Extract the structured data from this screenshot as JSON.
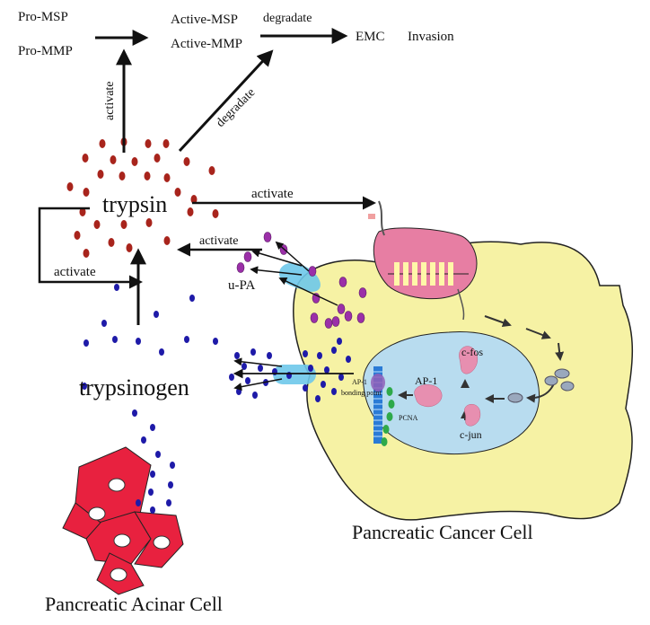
{
  "labels": {
    "pro_msp": "Pro-MSP",
    "pro_mmp": "Pro-MMP",
    "active_msp": "Active-MSP",
    "active_mmp": "Active-MMP",
    "degradate_top": "degradate",
    "degradate_diag": "degradate",
    "emc": "EMC",
    "invasion": "Invasion",
    "activate_vertical": "activate",
    "activate_right": "activate",
    "activate_upa": "activate",
    "activate_loop": "activate",
    "trypsin": "trypsin",
    "upa": "u-PA",
    "trypsinogen": "trypsinogen",
    "c_fos": "c-fos",
    "ap1": "AP-1",
    "ap1_site_1": "AP-1",
    "ap1_site_2": "bonding point",
    "pcna": "PCNA",
    "c_jun": "c-jun",
    "cancer_cell": "Pancreatic Cancer Cell",
    "acinar_cell": "Pancreatic Acinar Cell"
  },
  "colors": {
    "trypsin_dot": "#a8241c",
    "upa_dot": "#9b2fa8",
    "trypsinogen_dot": "#1e1aa8",
    "cancer_cell": "#f6f2a4",
    "nucleus": "#b8dcef",
    "receptor": "#e77ea3",
    "acinar_cell": "#e8213f",
    "channel": "#6ec8ea",
    "pcna_dot": "#2ea94a"
  }
}
